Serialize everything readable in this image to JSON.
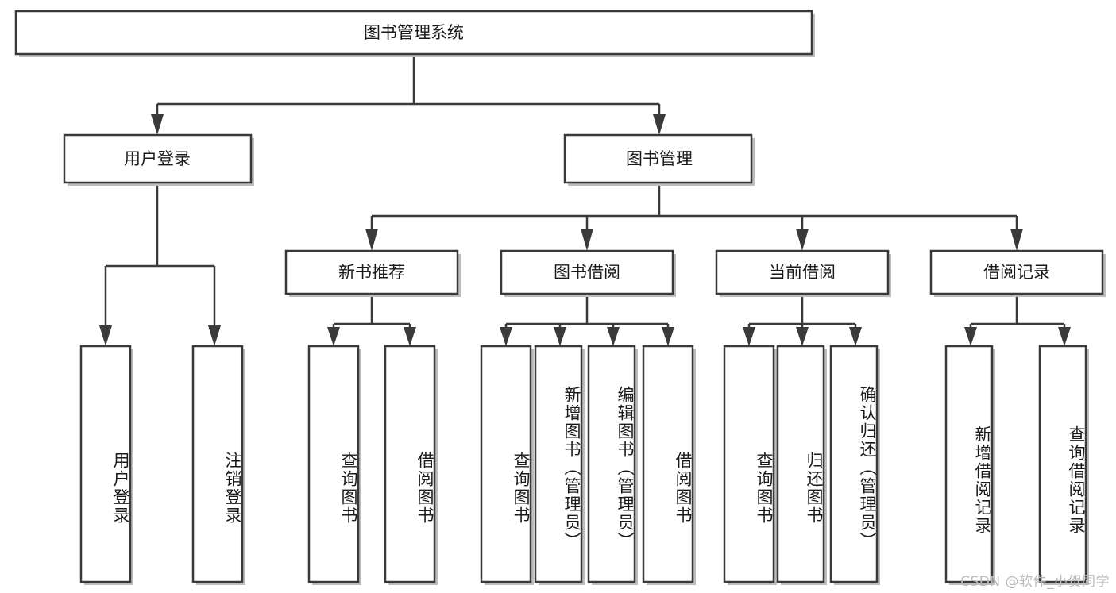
{
  "diagram": {
    "title": "图书管理系统",
    "type": "hierarchy-tree",
    "watermark": "CSDN @软件_小贺同学",
    "colors": {
      "background": "#ffffff",
      "box_fill": "#ffffff",
      "box_stroke": "#3a3a3a",
      "box_shadow": "#bdbdbd",
      "text": "#1a1a1a",
      "watermark_text": "#b9b9b9"
    },
    "levels": [
      {
        "level": 1,
        "nodes": [
          {
            "id": "root",
            "label": "图书管理系统",
            "orientation": "horizontal"
          }
        ]
      },
      {
        "level": 2,
        "nodes": [
          {
            "id": "login",
            "label": "用户登录",
            "orientation": "horizontal",
            "parent": "root"
          },
          {
            "id": "bookmgmt",
            "label": "图书管理",
            "orientation": "horizontal",
            "parent": "root"
          }
        ]
      },
      {
        "level": 3,
        "nodes": [
          {
            "id": "newbook",
            "label": "新书推荐",
            "orientation": "horizontal",
            "parent": "bookmgmt"
          },
          {
            "id": "borrow",
            "label": "图书借阅",
            "orientation": "horizontal",
            "parent": "bookmgmt"
          },
          {
            "id": "current",
            "label": "当前借阅",
            "orientation": "horizontal",
            "parent": "bookmgmt"
          },
          {
            "id": "records",
            "label": "借阅记录",
            "orientation": "horizontal",
            "parent": "bookmgmt"
          }
        ]
      },
      {
        "level": 4,
        "nodes": [
          {
            "id": "leaf1",
            "label": "用户登录",
            "orientation": "vertical",
            "parent": "login"
          },
          {
            "id": "leaf2",
            "label": "注销登录",
            "orientation": "vertical",
            "parent": "login"
          },
          {
            "id": "leaf3",
            "label": "查询图书",
            "orientation": "vertical",
            "parent": "newbook"
          },
          {
            "id": "leaf4",
            "label": "借阅图书",
            "orientation": "vertical",
            "parent": "newbook"
          },
          {
            "id": "leaf5",
            "label": "查询图书",
            "orientation": "vertical",
            "parent": "borrow"
          },
          {
            "id": "leaf6",
            "label": "新增图书（管理员）",
            "orientation": "vertical",
            "parent": "borrow"
          },
          {
            "id": "leaf7",
            "label": "编辑图书（管理员）",
            "orientation": "vertical",
            "parent": "borrow"
          },
          {
            "id": "leaf8",
            "label": "借阅图书",
            "orientation": "vertical",
            "parent": "borrow"
          },
          {
            "id": "leaf9",
            "label": "查询图书",
            "orientation": "vertical",
            "parent": "current"
          },
          {
            "id": "leaf10",
            "label": "归还图书",
            "orientation": "vertical",
            "parent": "current"
          },
          {
            "id": "leaf11",
            "label": "确认归还（管理员）",
            "orientation": "vertical",
            "parent": "current"
          },
          {
            "id": "leaf12",
            "label": "新增借阅记录",
            "orientation": "vertical",
            "parent": "records"
          },
          {
            "id": "leaf13",
            "label": "查询借阅记录",
            "orientation": "vertical",
            "parent": "records"
          }
        ]
      }
    ]
  }
}
